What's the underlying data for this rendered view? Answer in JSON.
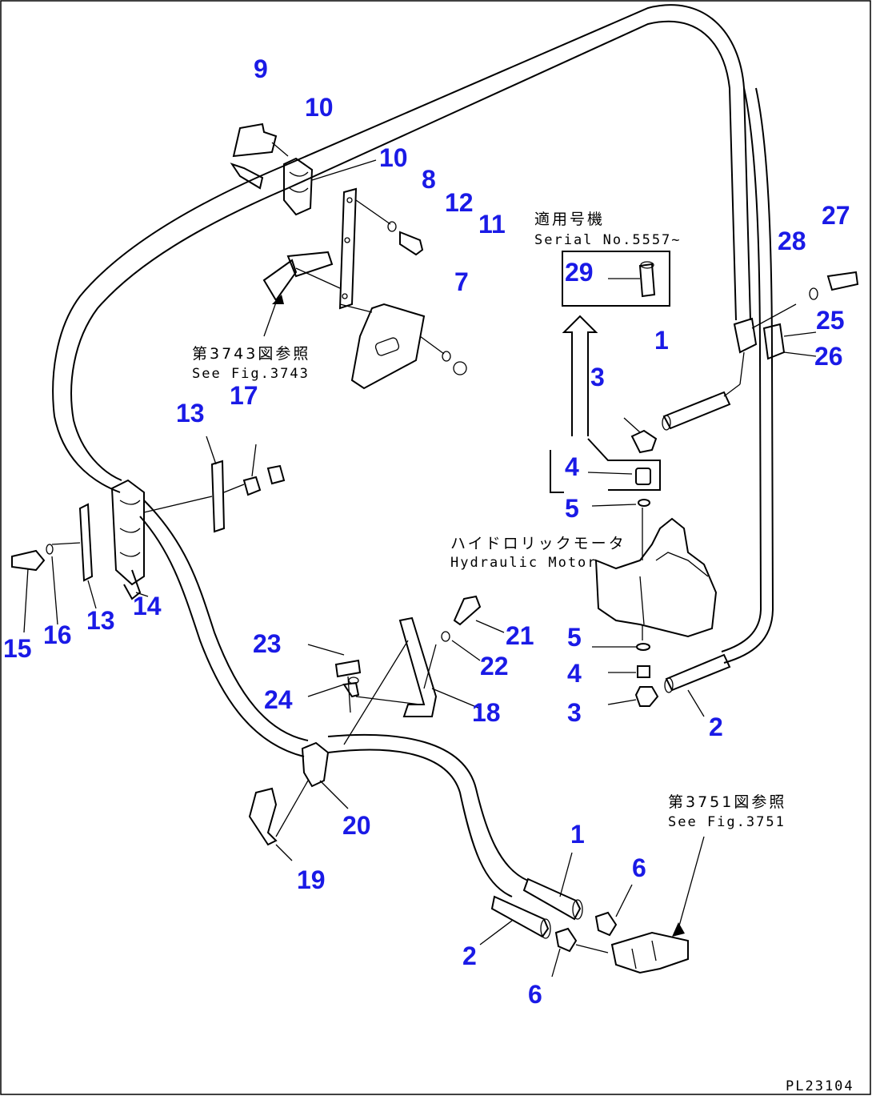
{
  "drawing_code": "PL23104",
  "notes": {
    "serial_ja": "適用号機",
    "serial_en": "Serial No.5557~",
    "fig3743_ja": "第3743図参照",
    "fig3743_en": "See Fig.3743",
    "fig3751_ja": "第3751図参照",
    "fig3751_en": "See Fig.3751",
    "motor_ja": "ハイドロリックモータ",
    "motor_en": "Hydraulic Motor"
  },
  "callouts": {
    "c9": "9",
    "c10a": "10",
    "c10b": "10",
    "c8": "8",
    "c12": "12",
    "c11": "11",
    "c7": "7",
    "c29": "29",
    "c28": "28",
    "c27": "27",
    "c25": "25",
    "c26": "26",
    "c1a": "1",
    "c3a": "3",
    "c4a": "4",
    "c5a": "5",
    "c5b": "5",
    "c4b": "4",
    "c3b": "3",
    "c2a": "2",
    "c13a": "13",
    "c17": "17",
    "c13b": "13",
    "c14": "14",
    "c15": "15",
    "c16": "16",
    "c23": "23",
    "c24": "24",
    "c21": "21",
    "c22": "22",
    "c18": "18",
    "c20": "20",
    "c19": "19",
    "c1b": "1",
    "c6a": "6",
    "c2b": "2",
    "c6b": "6"
  },
  "colors": {
    "callout": "#1a1ae6",
    "line": "#000000",
    "background": "#ffffff"
  }
}
